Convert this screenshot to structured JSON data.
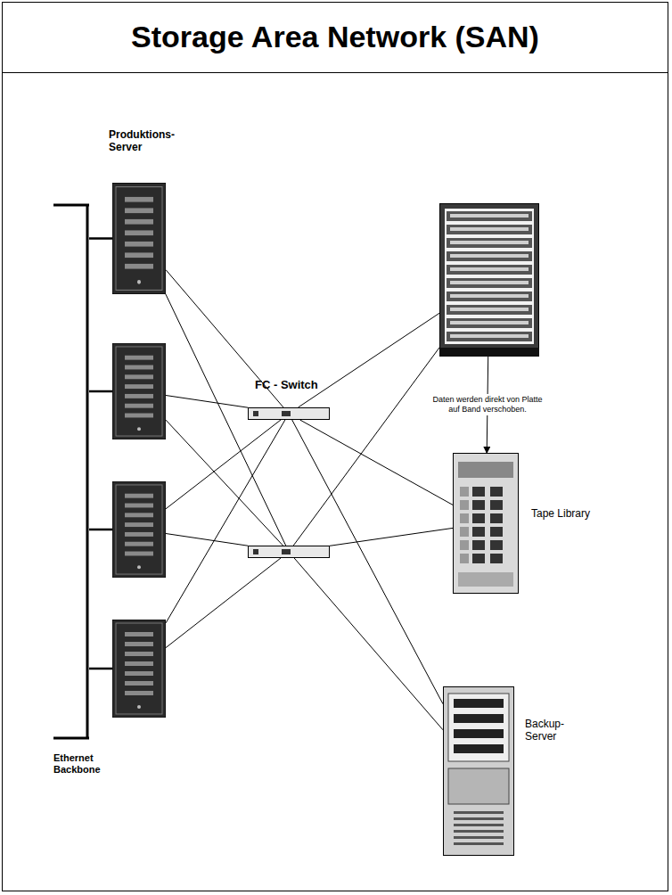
{
  "diagram": {
    "title": "Storage Area Network (SAN)",
    "nodes": [
      {
        "text": [
          "Produktions-Server"
        ]
      },
      {
        "text": []
      },
      {
        "text": []
      },
      {
        "text": []
      },
      {
        "text": [
          "FC - Switch"
        ]
      },
      {
        "text": []
      },
      {
        "text": []
      },
      {
        "text": [
          "Tape Library"
        ]
      },
      {
        "text": [
          "Backup-Server"
        ]
      },
      {
        "text": [
          "Ethernet Backbone"
        ]
      }
    ],
    "edges": [
      {
        "from": 0,
        "to": 4,
        "arrow": "none"
      },
      {
        "from": 0,
        "to": 5,
        "arrow": "none"
      },
      {
        "from": 1,
        "to": 4,
        "arrow": "none"
      },
      {
        "from": 1,
        "to": 5,
        "arrow": "none"
      },
      {
        "from": 2,
        "to": 4,
        "arrow": "none"
      },
      {
        "from": 2,
        "to": 5,
        "arrow": "none"
      },
      {
        "from": 3,
        "to": 4,
        "arrow": "none"
      },
      {
        "from": 3,
        "to": 5,
        "arrow": "none"
      },
      {
        "from": 4,
        "to": 6,
        "arrow": "none"
      },
      {
        "from": 4,
        "to": 7,
        "arrow": "none"
      },
      {
        "from": 4,
        "to": 8,
        "arrow": "none"
      },
      {
        "from": 5,
        "to": 6,
        "arrow": "none"
      },
      {
        "from": 5,
        "to": 7,
        "arrow": "none"
      },
      {
        "from": 5,
        "to": 8,
        "arrow": "none"
      },
      {
        "from": 6,
        "to": 7,
        "label": "Daten werden direkt von Platte auf Band verschoben.",
        "arrow": "to"
      },
      {
        "from": 0,
        "to": 9,
        "arrow": "none"
      },
      {
        "from": 1,
        "to": 9,
        "arrow": "none"
      },
      {
        "from": 2,
        "to": 9,
        "arrow": "none"
      },
      {
        "from": 3,
        "to": 9,
        "arrow": "none"
      }
    ]
  }
}
